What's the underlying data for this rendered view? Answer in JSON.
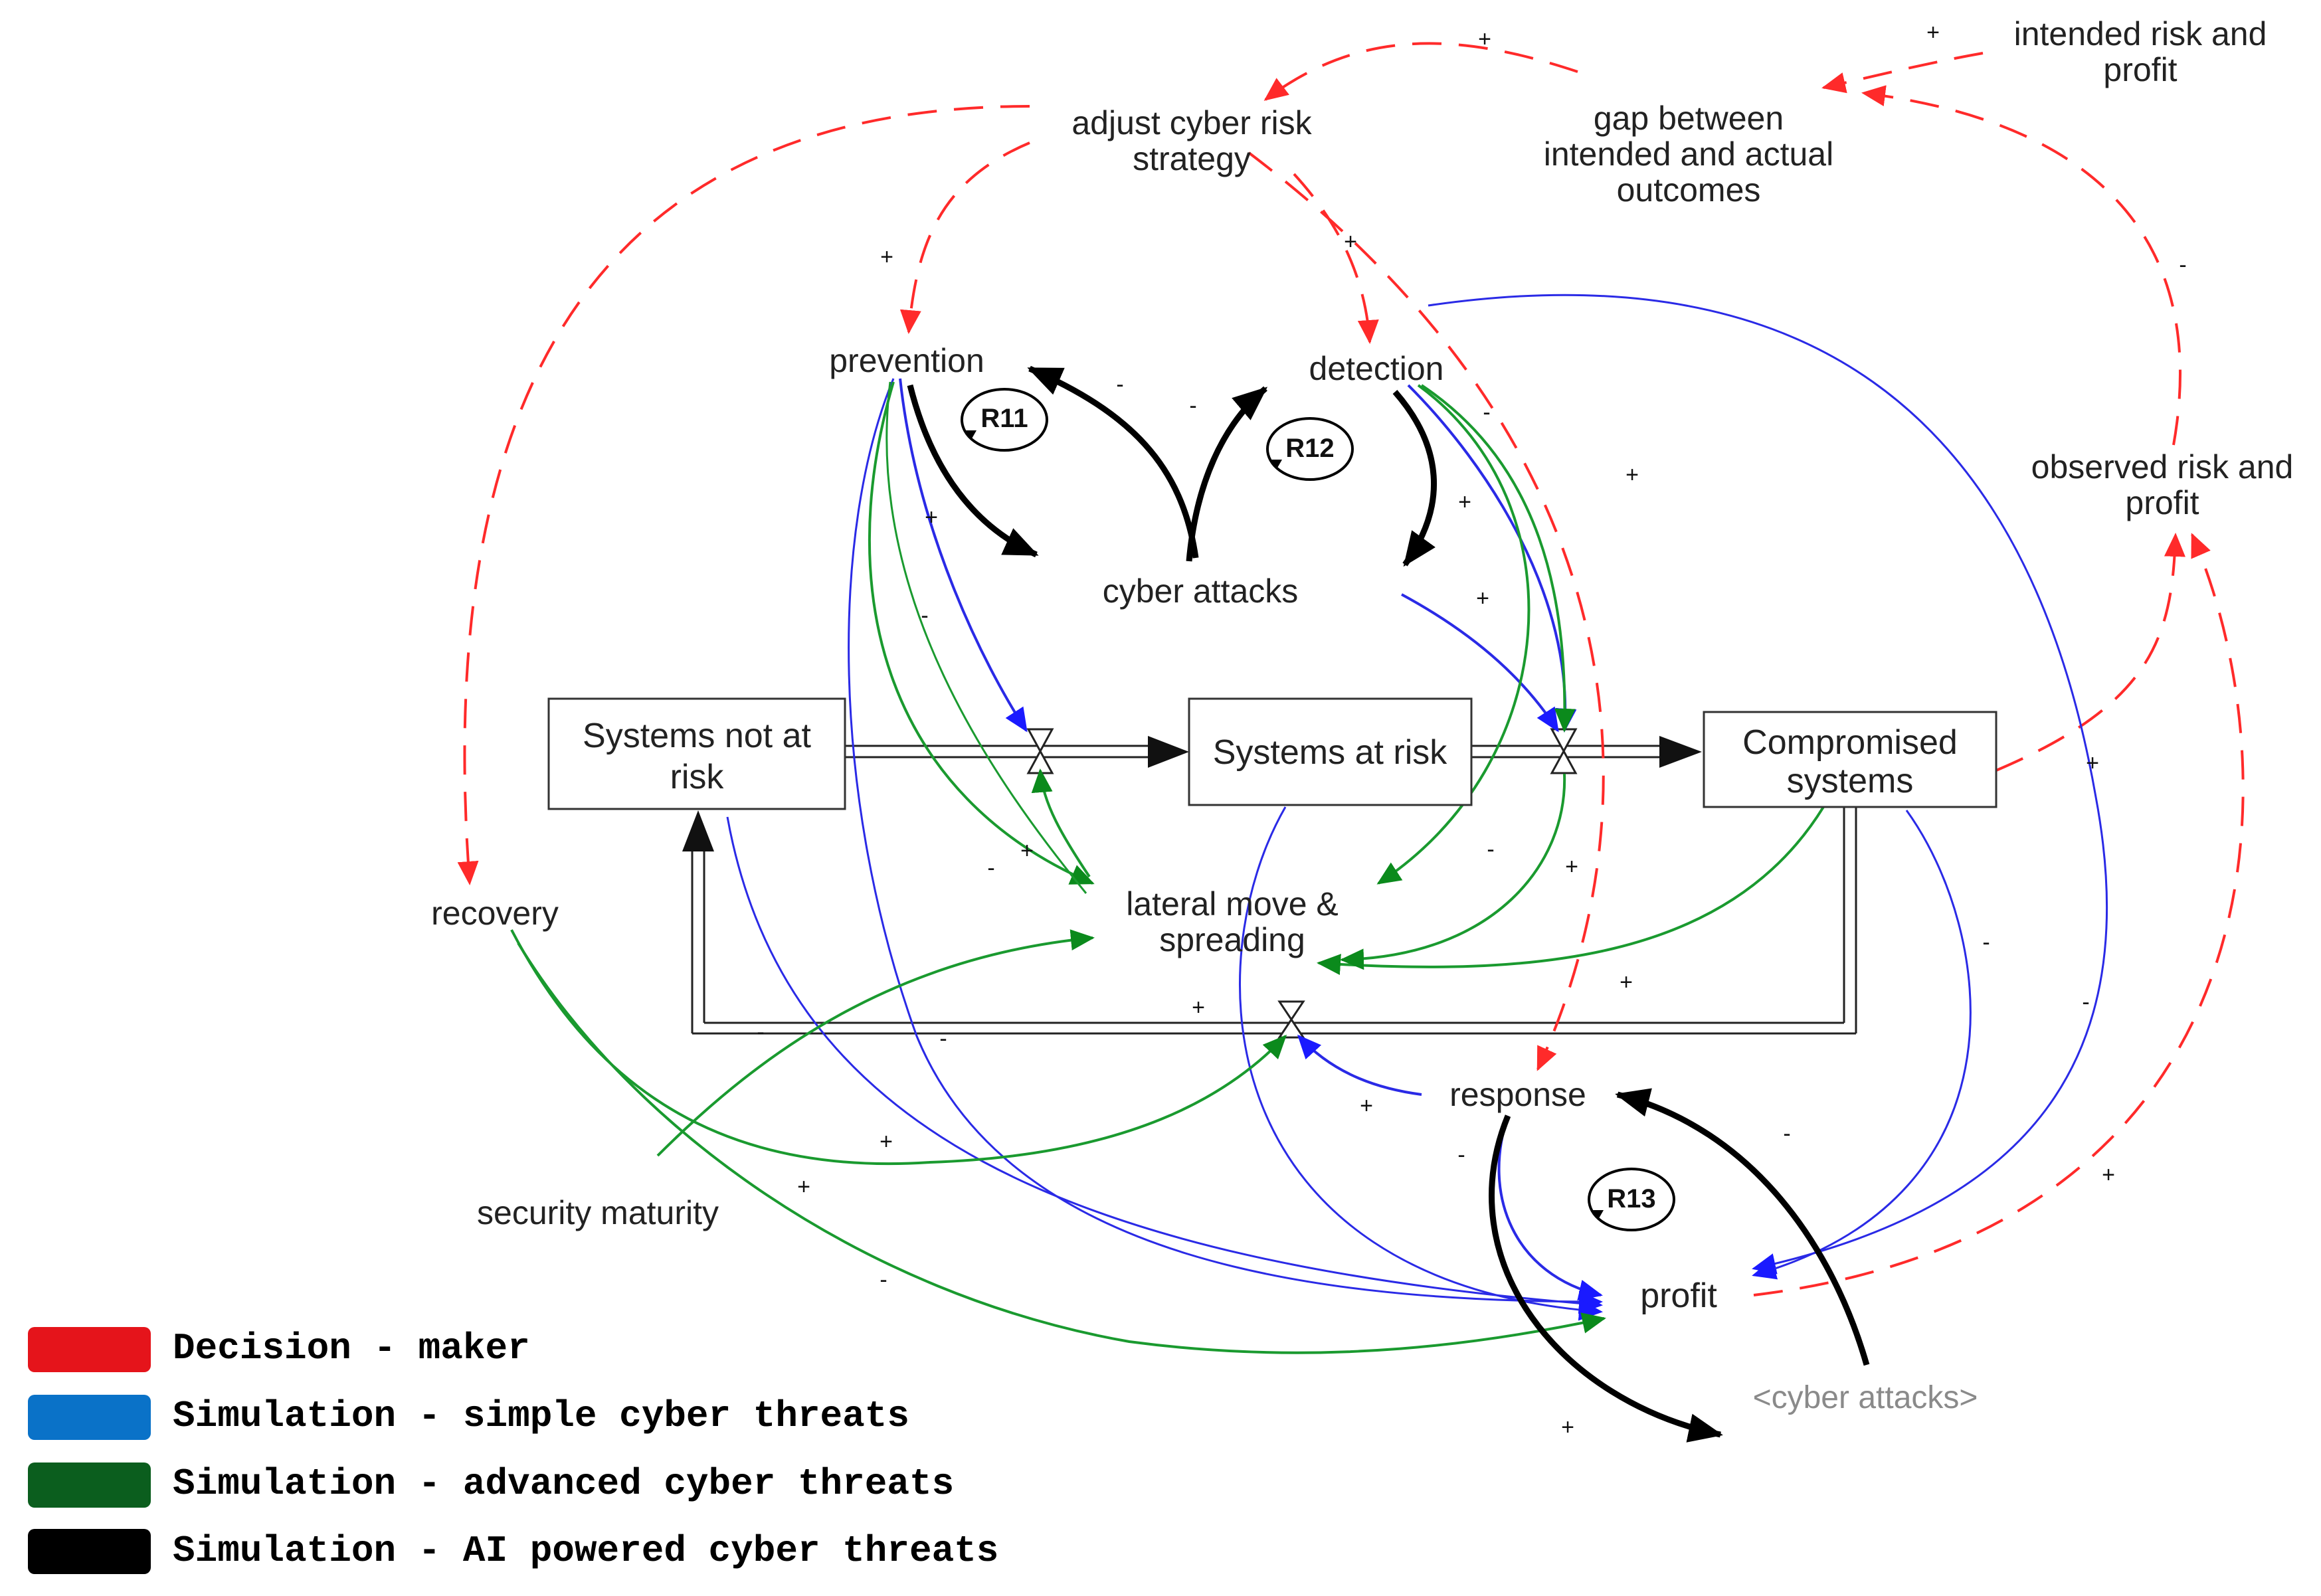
{
  "nodes": {
    "intended": [
      "intended risk and",
      "profit"
    ],
    "gap": [
      "gap between",
      "intended and actual",
      "outcomes"
    ],
    "adjust": [
      "adjust cyber risk",
      "strategy"
    ],
    "prevention": [
      "prevention"
    ],
    "detection": [
      "detection"
    ],
    "cyber_attacks": [
      "cyber attacks"
    ],
    "observed": [
      "observed risk and",
      "profit"
    ],
    "sys_not": [
      "Systems not at",
      "risk"
    ],
    "sys_risk": [
      "Systems at risk"
    ],
    "compromised": [
      "Compromised",
      "systems"
    ],
    "recovery": [
      "recovery"
    ],
    "lateral": [
      "lateral move &",
      "spreading"
    ],
    "response": [
      "response"
    ],
    "security": [
      "security maturity"
    ],
    "profit": [
      "profit"
    ],
    "shadow": [
      "<cyber attacks>"
    ]
  },
  "loops": [
    "R11",
    "R12",
    "R13"
  ],
  "legend": [
    {
      "label": "Decision - maker",
      "color": "#e5141b"
    },
    {
      "label": "Simulation - simple cyber threats",
      "color": "#0a72c8"
    },
    {
      "label": "Simulation - advanced cyber threats",
      "color": "#0b5e1e"
    },
    {
      "label": "Simulation - AI powered cyber threats",
      "color": "#000000"
    }
  ],
  "colors": {
    "decision": "#ff2a2a",
    "simple": "#3a3ae0",
    "advanced": "#138a2a",
    "ai": "#000000"
  }
}
